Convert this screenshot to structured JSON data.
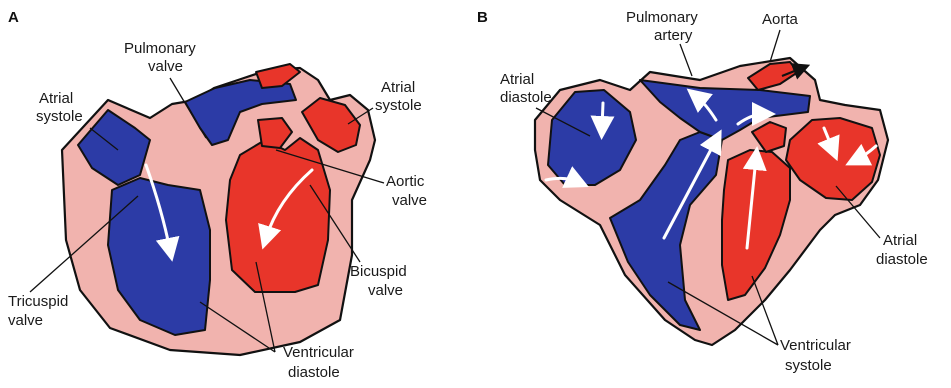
{
  "panel_a": {
    "letter": "A",
    "pulmonary_valve": [
      "Pulmonary",
      "valve"
    ],
    "atrial_systole_left": [
      "Atrial",
      "systole"
    ],
    "atrial_systole_right": [
      "Atrial",
      "systole"
    ],
    "aortic_valve": [
      "Aortic",
      "valve"
    ],
    "bicuspid_valve": [
      "Bicuspid",
      "valve"
    ],
    "tricuspid_valve": [
      "Tricuspid",
      "valve"
    ],
    "ventricular_diastole": [
      "Ventricular",
      "diastole"
    ]
  },
  "panel_b": {
    "letter": "B",
    "pulmonary_artery": [
      "Pulmonary",
      "artery"
    ],
    "aorta": "Aorta",
    "atrial_diastole_left": [
      "Atrial",
      "diastole"
    ],
    "atrial_diastole_right": [
      "Atrial",
      "diastole"
    ],
    "ventricular_systole": [
      "Ventricular",
      "systole"
    ]
  },
  "colors": {
    "deoxygenated": "#2c3ba6",
    "oxygenated": "#e8352a",
    "wall": "#f1b3ae"
  }
}
